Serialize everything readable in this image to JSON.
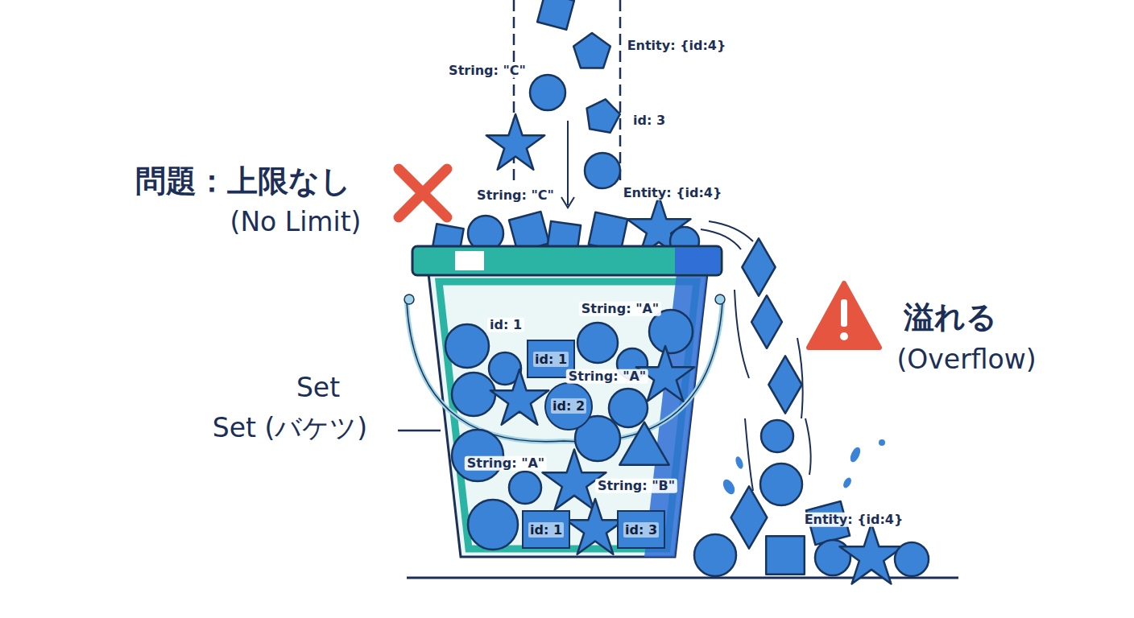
{
  "diagram": {
    "nodes": [
      {
        "text": [
          "id: 1"
        ]
      },
      {
        "text": [
          "id: 2"
        ]
      },
      {
        "text": [
          "id: 1"
        ]
      },
      {
        "text": [
          "id: 3"
        ]
      }
    ],
    "labels": [
      "String: \"C\"",
      "Entity: {id:4}",
      "id: 3",
      "問題：上限なし",
      "(No Limit)",
      "String: \"C\"",
      "Entity: {id:4}",
      "id: 1",
      "String: \"A\"",
      "String: \"A\"",
      "Set",
      "Set (バケツ)",
      "String: \"A\"",
      "String: \"B\"",
      "溢れる",
      "(Overflow)",
      "Entity: {id:4}"
    ]
  }
}
